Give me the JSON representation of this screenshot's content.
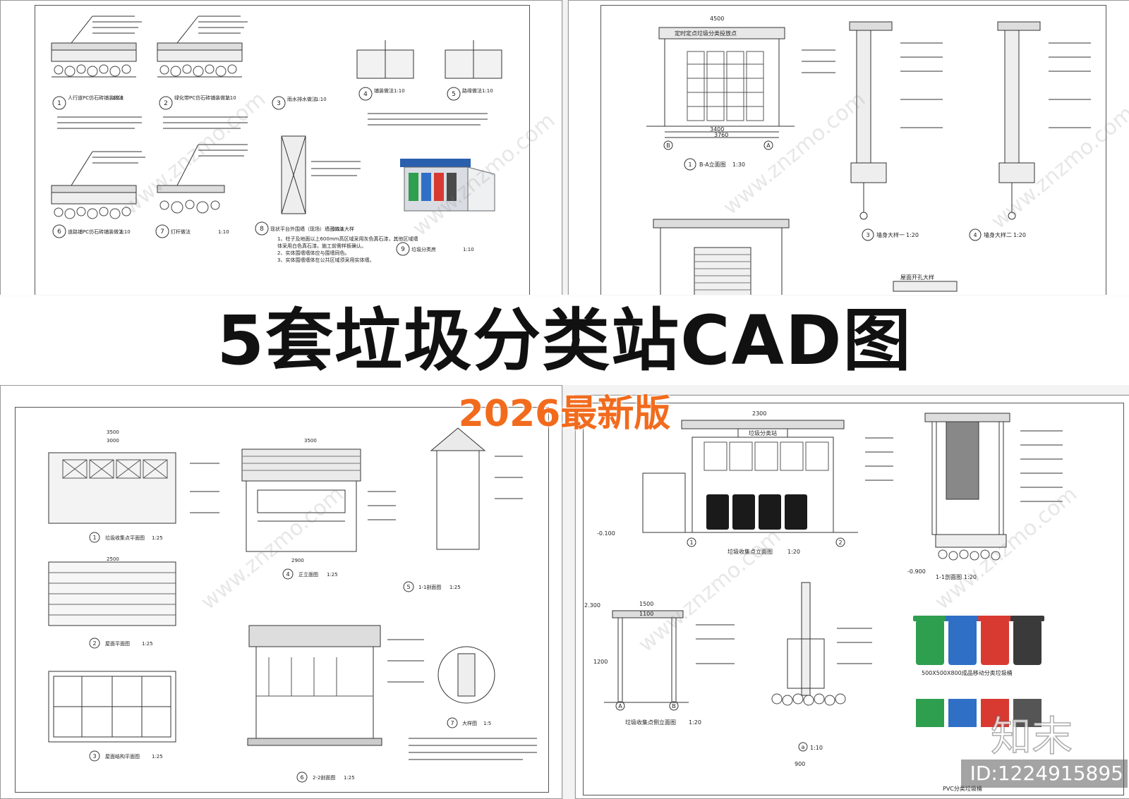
{
  "title": "5套垃圾分类站CAD图",
  "subtitle": "2026最新版",
  "watermark_text": "www.znzmo.com",
  "logo_text": "知末",
  "id_label": "ID:1224915895",
  "colors": {
    "title": "#111111",
    "subtitle": "#f26b1d",
    "bin_green": "#2e9e4f",
    "bin_blue": "#2f6fc6",
    "bin_red": "#d83a32",
    "bin_black": "#3a3a3a"
  },
  "sheet_top_left": {
    "labels": {
      "d1": "人行道PC仿石砖铺装做法",
      "d2": "绿化带PC仿石砖铺装做法",
      "d3": "雨水排水做法",
      "d4": "铺装做法",
      "d5": "路缘做法",
      "d6": "道路铺PC仿石砖铺装做法",
      "d7": "灯杆做法",
      "d8": "现状平台外围墙（现场）墙面做法大样",
      "d9": "垃圾分类房"
    },
    "scales": {
      "s110": "1:10"
    },
    "notes": [
      "1、柱子及地面以上600mm高区域采用灰色真石漆，其他区域墙",
      "体采用白色真石漆。施工前需样板确认。",
      "2、实体围墙墙体应与围墙同色。",
      "3、实体围墙墙体在公共区域须采用实体墙。"
    ]
  },
  "sheet_top_right": {
    "labels": {
      "elevation": "B-A立面图",
      "detail3": "墙身大样一",
      "detail4": "墙身大样二",
      "roof": "屋面开孔大样",
      "sign": "定时定点垃圾分类投放点"
    },
    "scales": {
      "s130": "1:30",
      "s120": "1:20"
    },
    "dims": [
      "3400",
      "3760",
      "4500"
    ]
  },
  "sheet_bottom_left": {
    "labels": {
      "p1": "垃圾收集点平面图",
      "p2": "屋面平面图",
      "p3": "屋面结构平面图",
      "e4": "正立面图",
      "s5": "1-1剖面图",
      "s6": "2-2剖面图",
      "d7": "大样图"
    },
    "scales": {
      "s125": "1:25",
      "s15": "1:5"
    },
    "dims": [
      "3500",
      "3000",
      "2500",
      "2900",
      "3500"
    ]
  },
  "sheet_bottom_right": {
    "labels": {
      "front": "垃圾收集点立面图",
      "side": "垃圾收集点侧立面图",
      "section": "1-1剖面图",
      "sign": "垃圾分类站",
      "bins": "500X500X800成品移动分类垃圾桶",
      "pvc": "PVC分类垃圾桶"
    },
    "scales": {
      "s120": "1:20",
      "s110": "1:10"
    },
    "dims": [
      "2300",
      "1500",
      "1100",
      "1200",
      "900",
      "2.300",
      "-0.100",
      "-0.900"
    ],
    "axes": [
      "1",
      "2",
      "A",
      "B",
      "a"
    ]
  }
}
